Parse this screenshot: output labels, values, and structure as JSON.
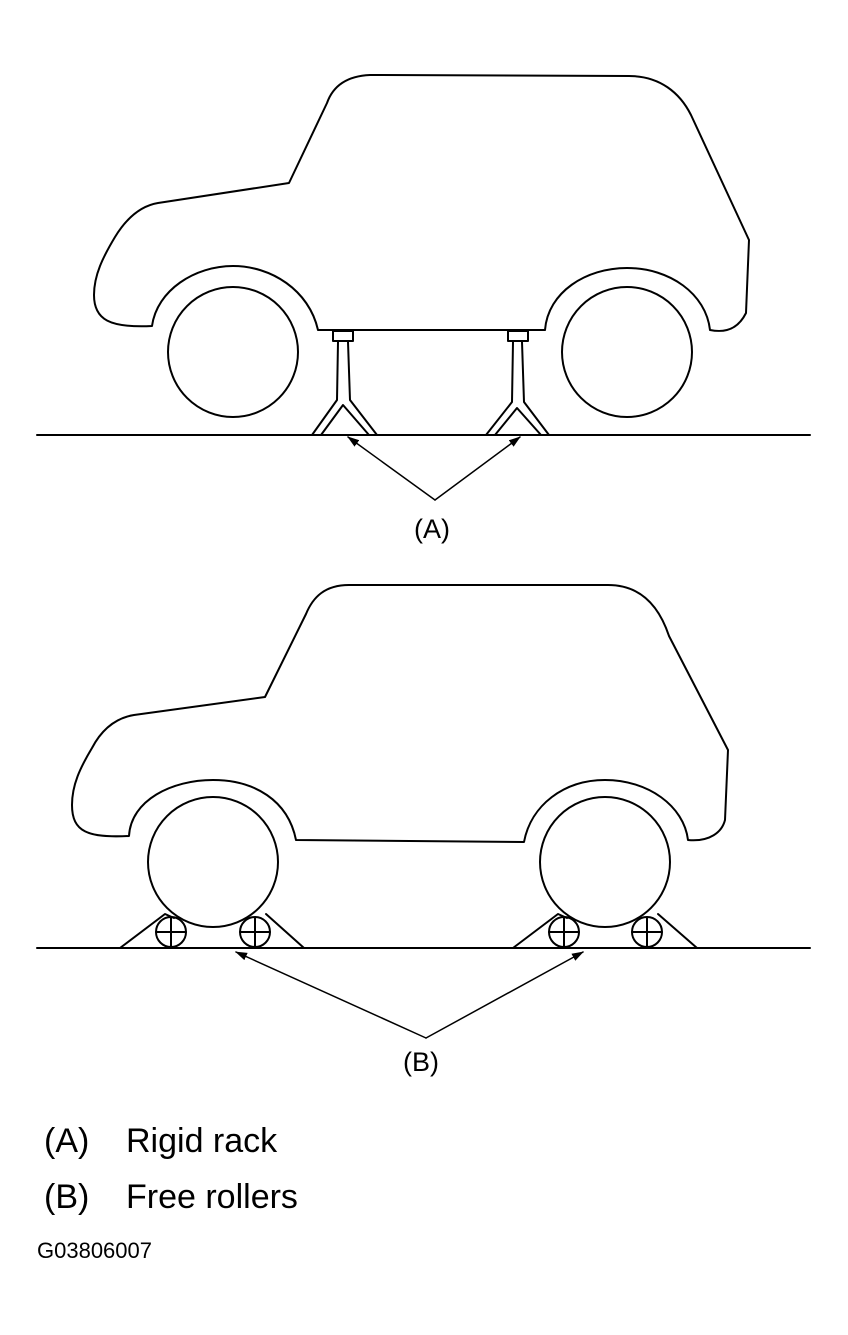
{
  "callouts": {
    "a": "(A)",
    "b": "(B)"
  },
  "legend": [
    {
      "key": "(A)",
      "label": "Rigid rack"
    },
    {
      "key": "(B)",
      "label": "Free rollers"
    }
  ],
  "figure_code": "G03806007",
  "colors": {
    "line": "#000000",
    "background": "#ffffff"
  }
}
